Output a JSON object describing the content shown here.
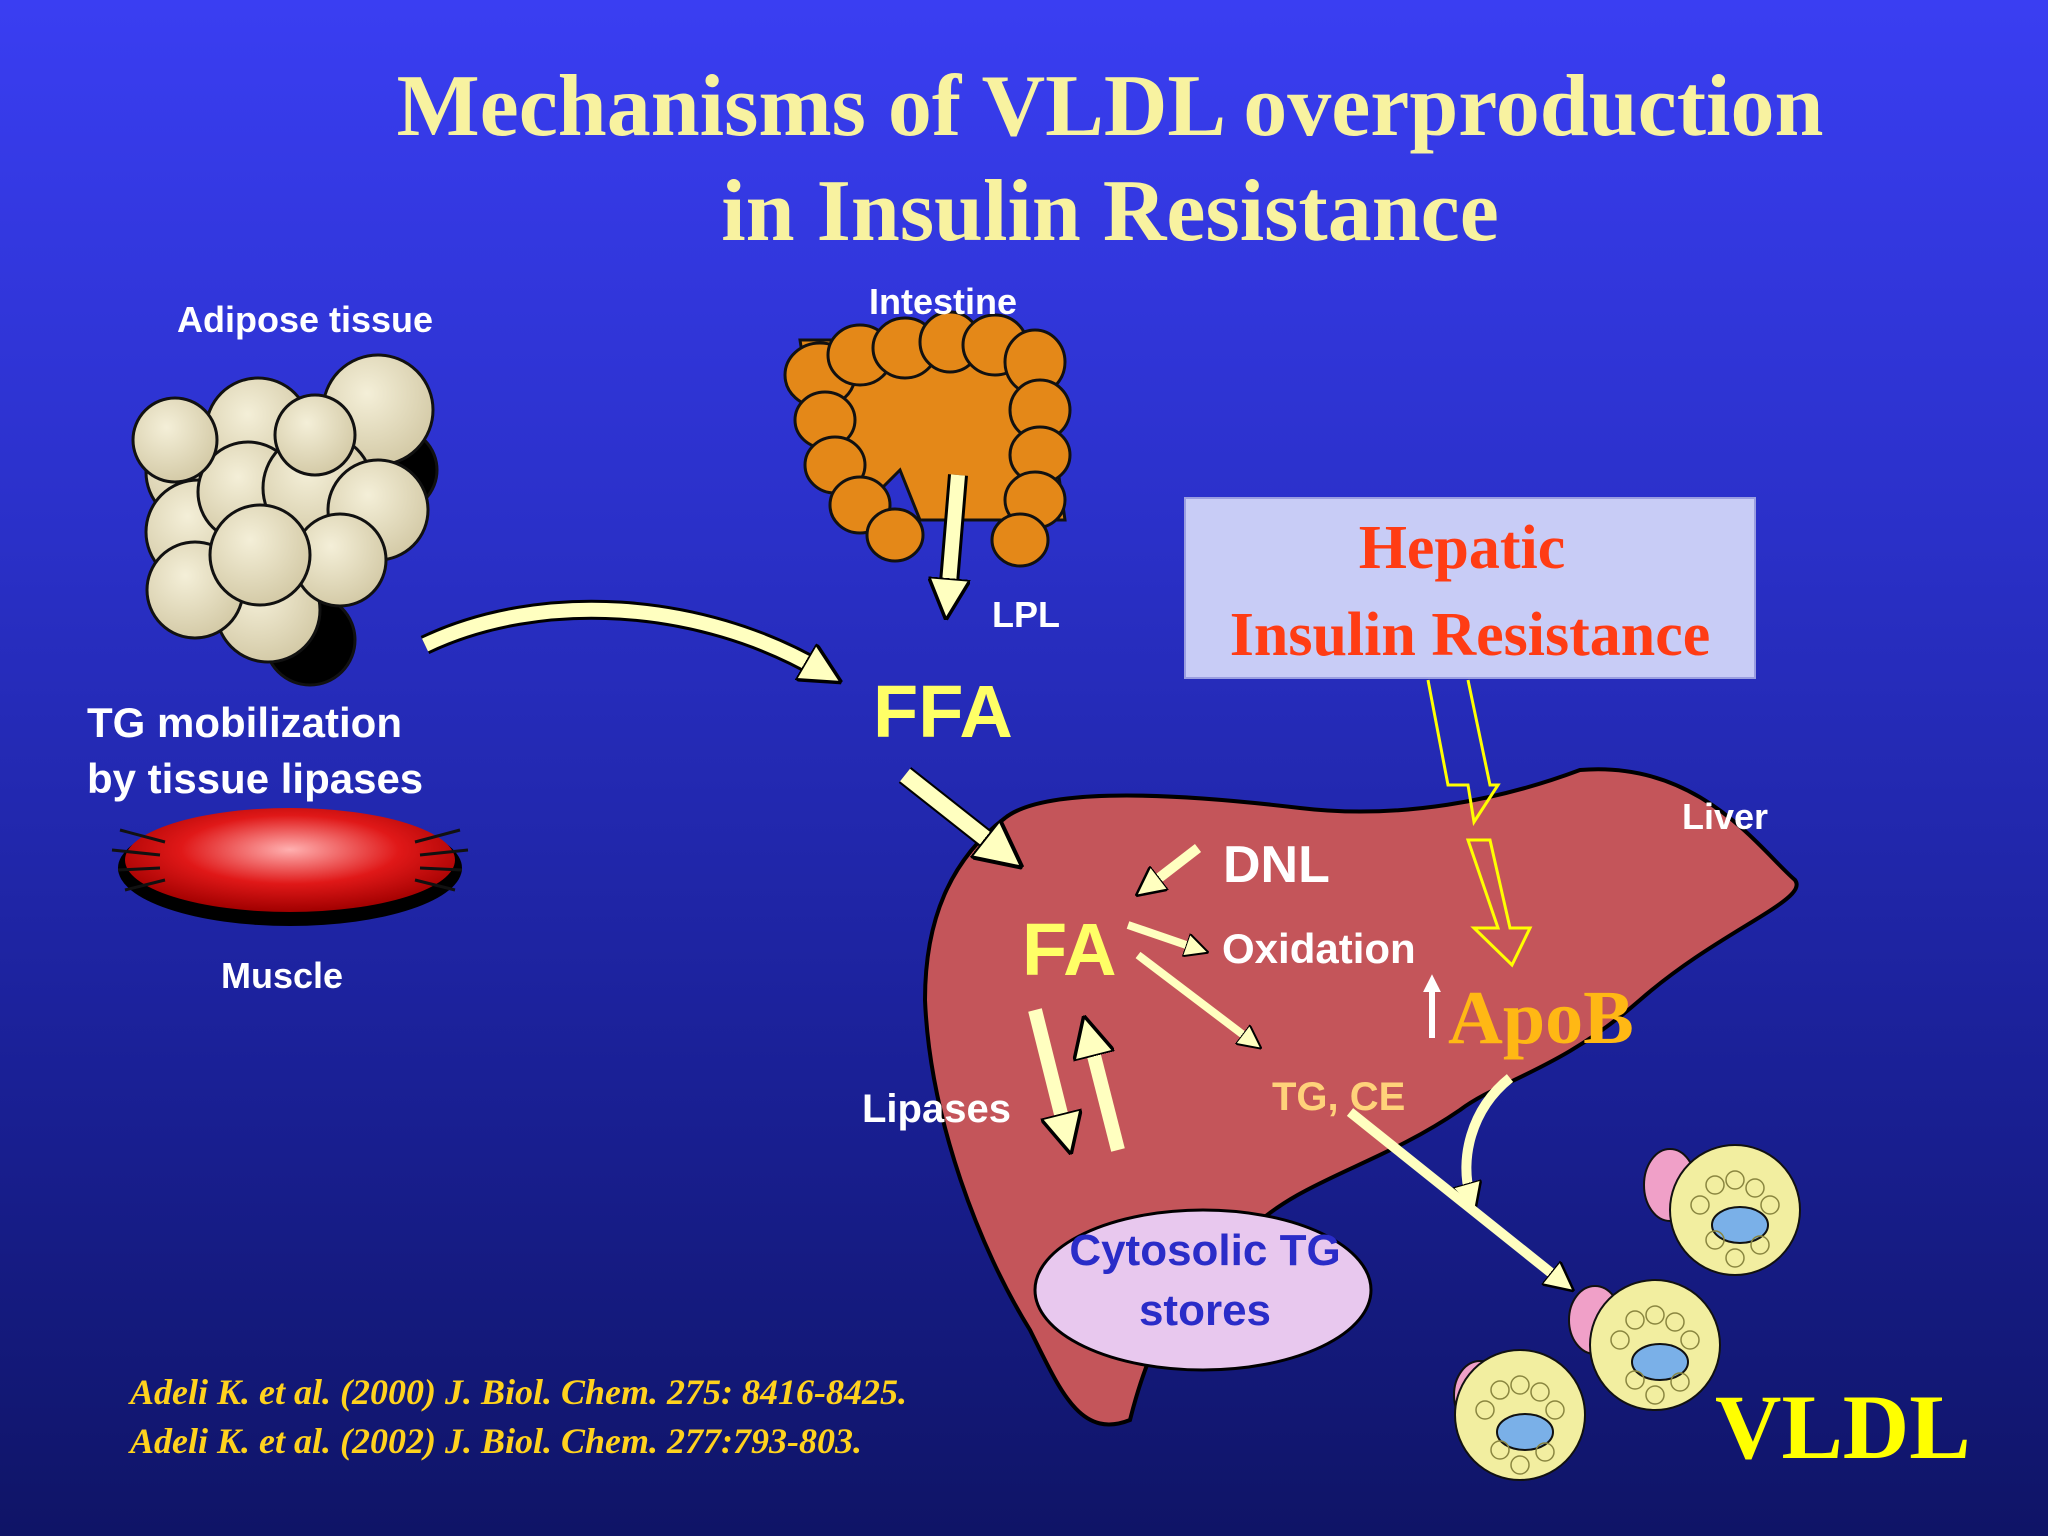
{
  "title": {
    "line1": "Mechanisms of VLDL overproduction",
    "line2": "in Insulin Resistance"
  },
  "labels": {
    "adipose": "Adipose tissue",
    "intestine": "Intestine",
    "lpl": "LPL",
    "ffa": "FFA",
    "tg_mobilization_1": "TG mobilization",
    "tg_mobilization_2": "by tissue lipases",
    "muscle": "Muscle",
    "liver": "Liver",
    "dnl": "DNL",
    "fa": "FA",
    "oxidation": "Oxidation",
    "apob": "ApoB",
    "tg_ce": "TG, CE",
    "lipases": "Lipases",
    "cytosolic_1": "Cytosolic TG",
    "cytosolic_2": "stores",
    "vldl": "VLDL"
  },
  "hepatic_box": {
    "line1": "Hepatic",
    "line2": "Insulin Resistance"
  },
  "references": [
    "Adeli K. et al. (2000) J. Biol. Chem. 275: 8416-8425.",
    "Adeli K. et al. (2002) J. Biol. Chem. 277:793-803."
  ],
  "colors": {
    "background_top": "#3a3ef2",
    "background_bottom": "#0f1466",
    "title": "#f8f2a0",
    "liver": "#c4555a",
    "hepatic_box": "#c8ccf6",
    "hepatic_text": "#ff3c14",
    "arrow": "#ffffc0",
    "apob": "#ffb814",
    "vldl": "#ffff00"
  }
}
